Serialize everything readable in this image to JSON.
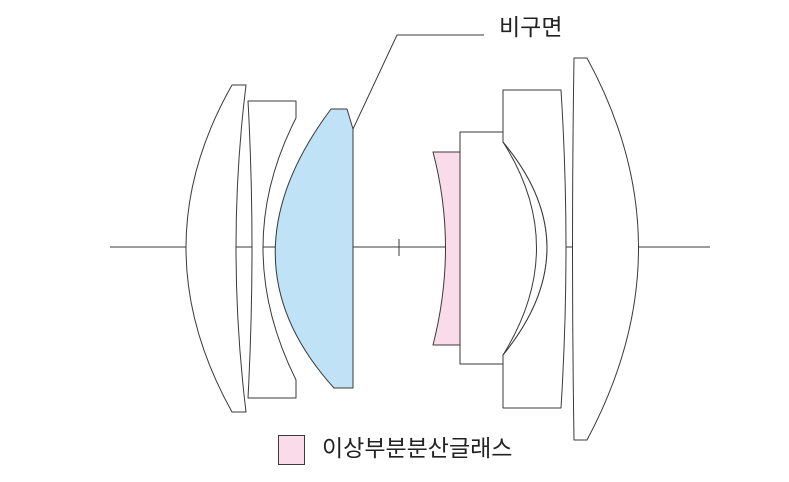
{
  "callout": {
    "label": "비구면"
  },
  "legend": {
    "label": "이상부분분산글래스"
  },
  "colors": {
    "aspherical_fill": "#bfe2f7",
    "special_dispersion_fill": "#f9dbe9",
    "outline": "#3a3a3a",
    "background": "#ffffff"
  },
  "elements": [
    {
      "name": "element-1",
      "kind": "meniscus",
      "highlight": "none"
    },
    {
      "name": "element-2",
      "kind": "plano",
      "highlight": "none"
    },
    {
      "name": "element-3",
      "kind": "convex",
      "highlight": "aspherical"
    },
    {
      "name": "element-4",
      "kind": "concave",
      "highlight": "special-dispersion"
    },
    {
      "name": "element-5",
      "kind": "cemented-convex",
      "highlight": "none"
    },
    {
      "name": "element-6",
      "kind": "plano",
      "highlight": "none"
    },
    {
      "name": "element-7",
      "kind": "meniscus",
      "highlight": "none"
    }
  ]
}
